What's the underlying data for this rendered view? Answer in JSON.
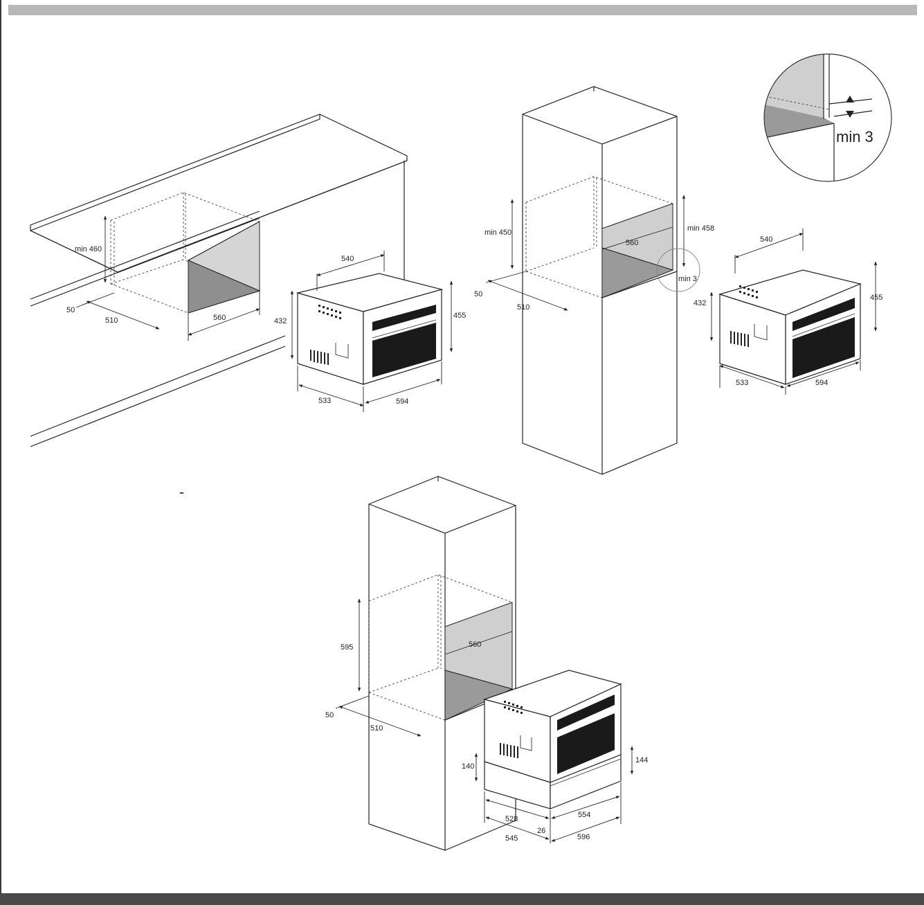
{
  "left_niche": {
    "height_label": "min 460",
    "depth_offset_label": "50",
    "depth_label": "510",
    "width_label": "560"
  },
  "oven_left": {
    "width_top_label": "540",
    "height_left_label": "432",
    "height_right_label": "455",
    "depth_label": "533",
    "width_bottom_label": "594"
  },
  "tall_unit_upper": {
    "height_label": "min 450",
    "height_right_label": "min 458",
    "width_label": "560",
    "gap_label": "min 3",
    "depth_offset_label": "50",
    "depth_label": "510"
  },
  "detail_callout": {
    "gap_label": "min 3"
  },
  "oven_right": {
    "width_top_label": "540",
    "height_left_label": "432",
    "height_right_label": "455",
    "depth_label": "533",
    "width_bottom_label": "594"
  },
  "tall_unit_lower": {
    "height_label": "595",
    "width_label": "560",
    "depth_offset_label": "50",
    "depth_label": "510"
  },
  "drawer": {
    "height_left_label": "140",
    "height_right_label": "144",
    "depth_label": "528",
    "width_label": "554",
    "gap_label": "26",
    "total_depth_label": "545",
    "total_width_label": "596"
  },
  "colors": {
    "top_band": "#b8b8b8",
    "bottom_band": "#4a4a4a",
    "shade_light": "#cfcfcf",
    "shade_dark": "#9a9a9a"
  }
}
